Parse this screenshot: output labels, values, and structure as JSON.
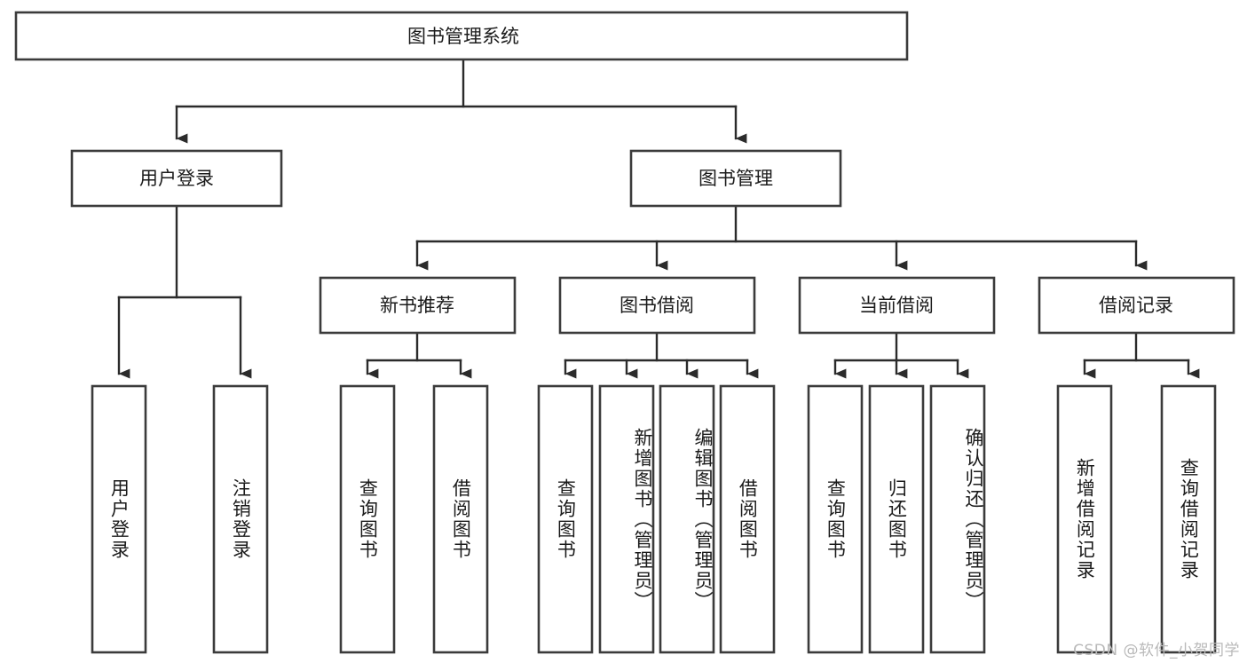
{
  "diagram": {
    "type": "tree-hierarchy",
    "title": "图书管理系统",
    "orientation": "top-down",
    "colors": {
      "box_stroke": "#3b3b3b",
      "box_fill": "#ffffff",
      "connector": "#2b2b2b",
      "text": "#1b1b1b",
      "watermark": "#b9b9b9",
      "background": "#ffffff"
    },
    "root": {
      "label": "图书管理系统"
    },
    "level2": [
      {
        "id": "user-login",
        "label": "用户登录"
      },
      {
        "id": "book-manage",
        "label": "图书管理"
      }
    ],
    "level3": [
      {
        "id": "new-book-rec",
        "label": "新书推荐",
        "parent": "book-manage"
      },
      {
        "id": "book-borrow",
        "label": "图书借阅",
        "parent": "book-manage"
      },
      {
        "id": "current-borrow",
        "label": "当前借阅",
        "parent": "book-manage"
      },
      {
        "id": "borrow-record",
        "label": "借阅记录",
        "parent": "book-manage"
      }
    ],
    "leaves": [
      {
        "id": "leaf-user-login",
        "label": "用户登录",
        "parent": "user-login"
      },
      {
        "id": "leaf-logout",
        "label": "注销登录",
        "parent": "user-login"
      },
      {
        "id": "leaf-query-book-1",
        "label": "查询图书",
        "parent": "new-book-rec"
      },
      {
        "id": "leaf-borrow-book-1",
        "label": "借阅图书",
        "parent": "new-book-rec"
      },
      {
        "id": "leaf-query-book-2",
        "label": "查询图书",
        "parent": "book-borrow"
      },
      {
        "id": "leaf-add-book",
        "label": "新增图书（管理员）",
        "parent": "book-borrow"
      },
      {
        "id": "leaf-edit-book",
        "label": "编辑图书（管理员）",
        "parent": "book-borrow"
      },
      {
        "id": "leaf-borrow-book-2",
        "label": "借阅图书",
        "parent": "book-borrow"
      },
      {
        "id": "leaf-query-book-3",
        "label": "查询图书",
        "parent": "current-borrow"
      },
      {
        "id": "leaf-return-book",
        "label": "归还图书",
        "parent": "current-borrow"
      },
      {
        "id": "leaf-confirm-return",
        "label": "确认归还（管理员）",
        "parent": "current-borrow"
      },
      {
        "id": "leaf-add-record",
        "label": "新增借阅记录",
        "parent": "borrow-record"
      },
      {
        "id": "leaf-query-record",
        "label": "查询借阅记录",
        "parent": "borrow-record"
      }
    ],
    "watermark": "CSDN @软件_小贺同学"
  }
}
